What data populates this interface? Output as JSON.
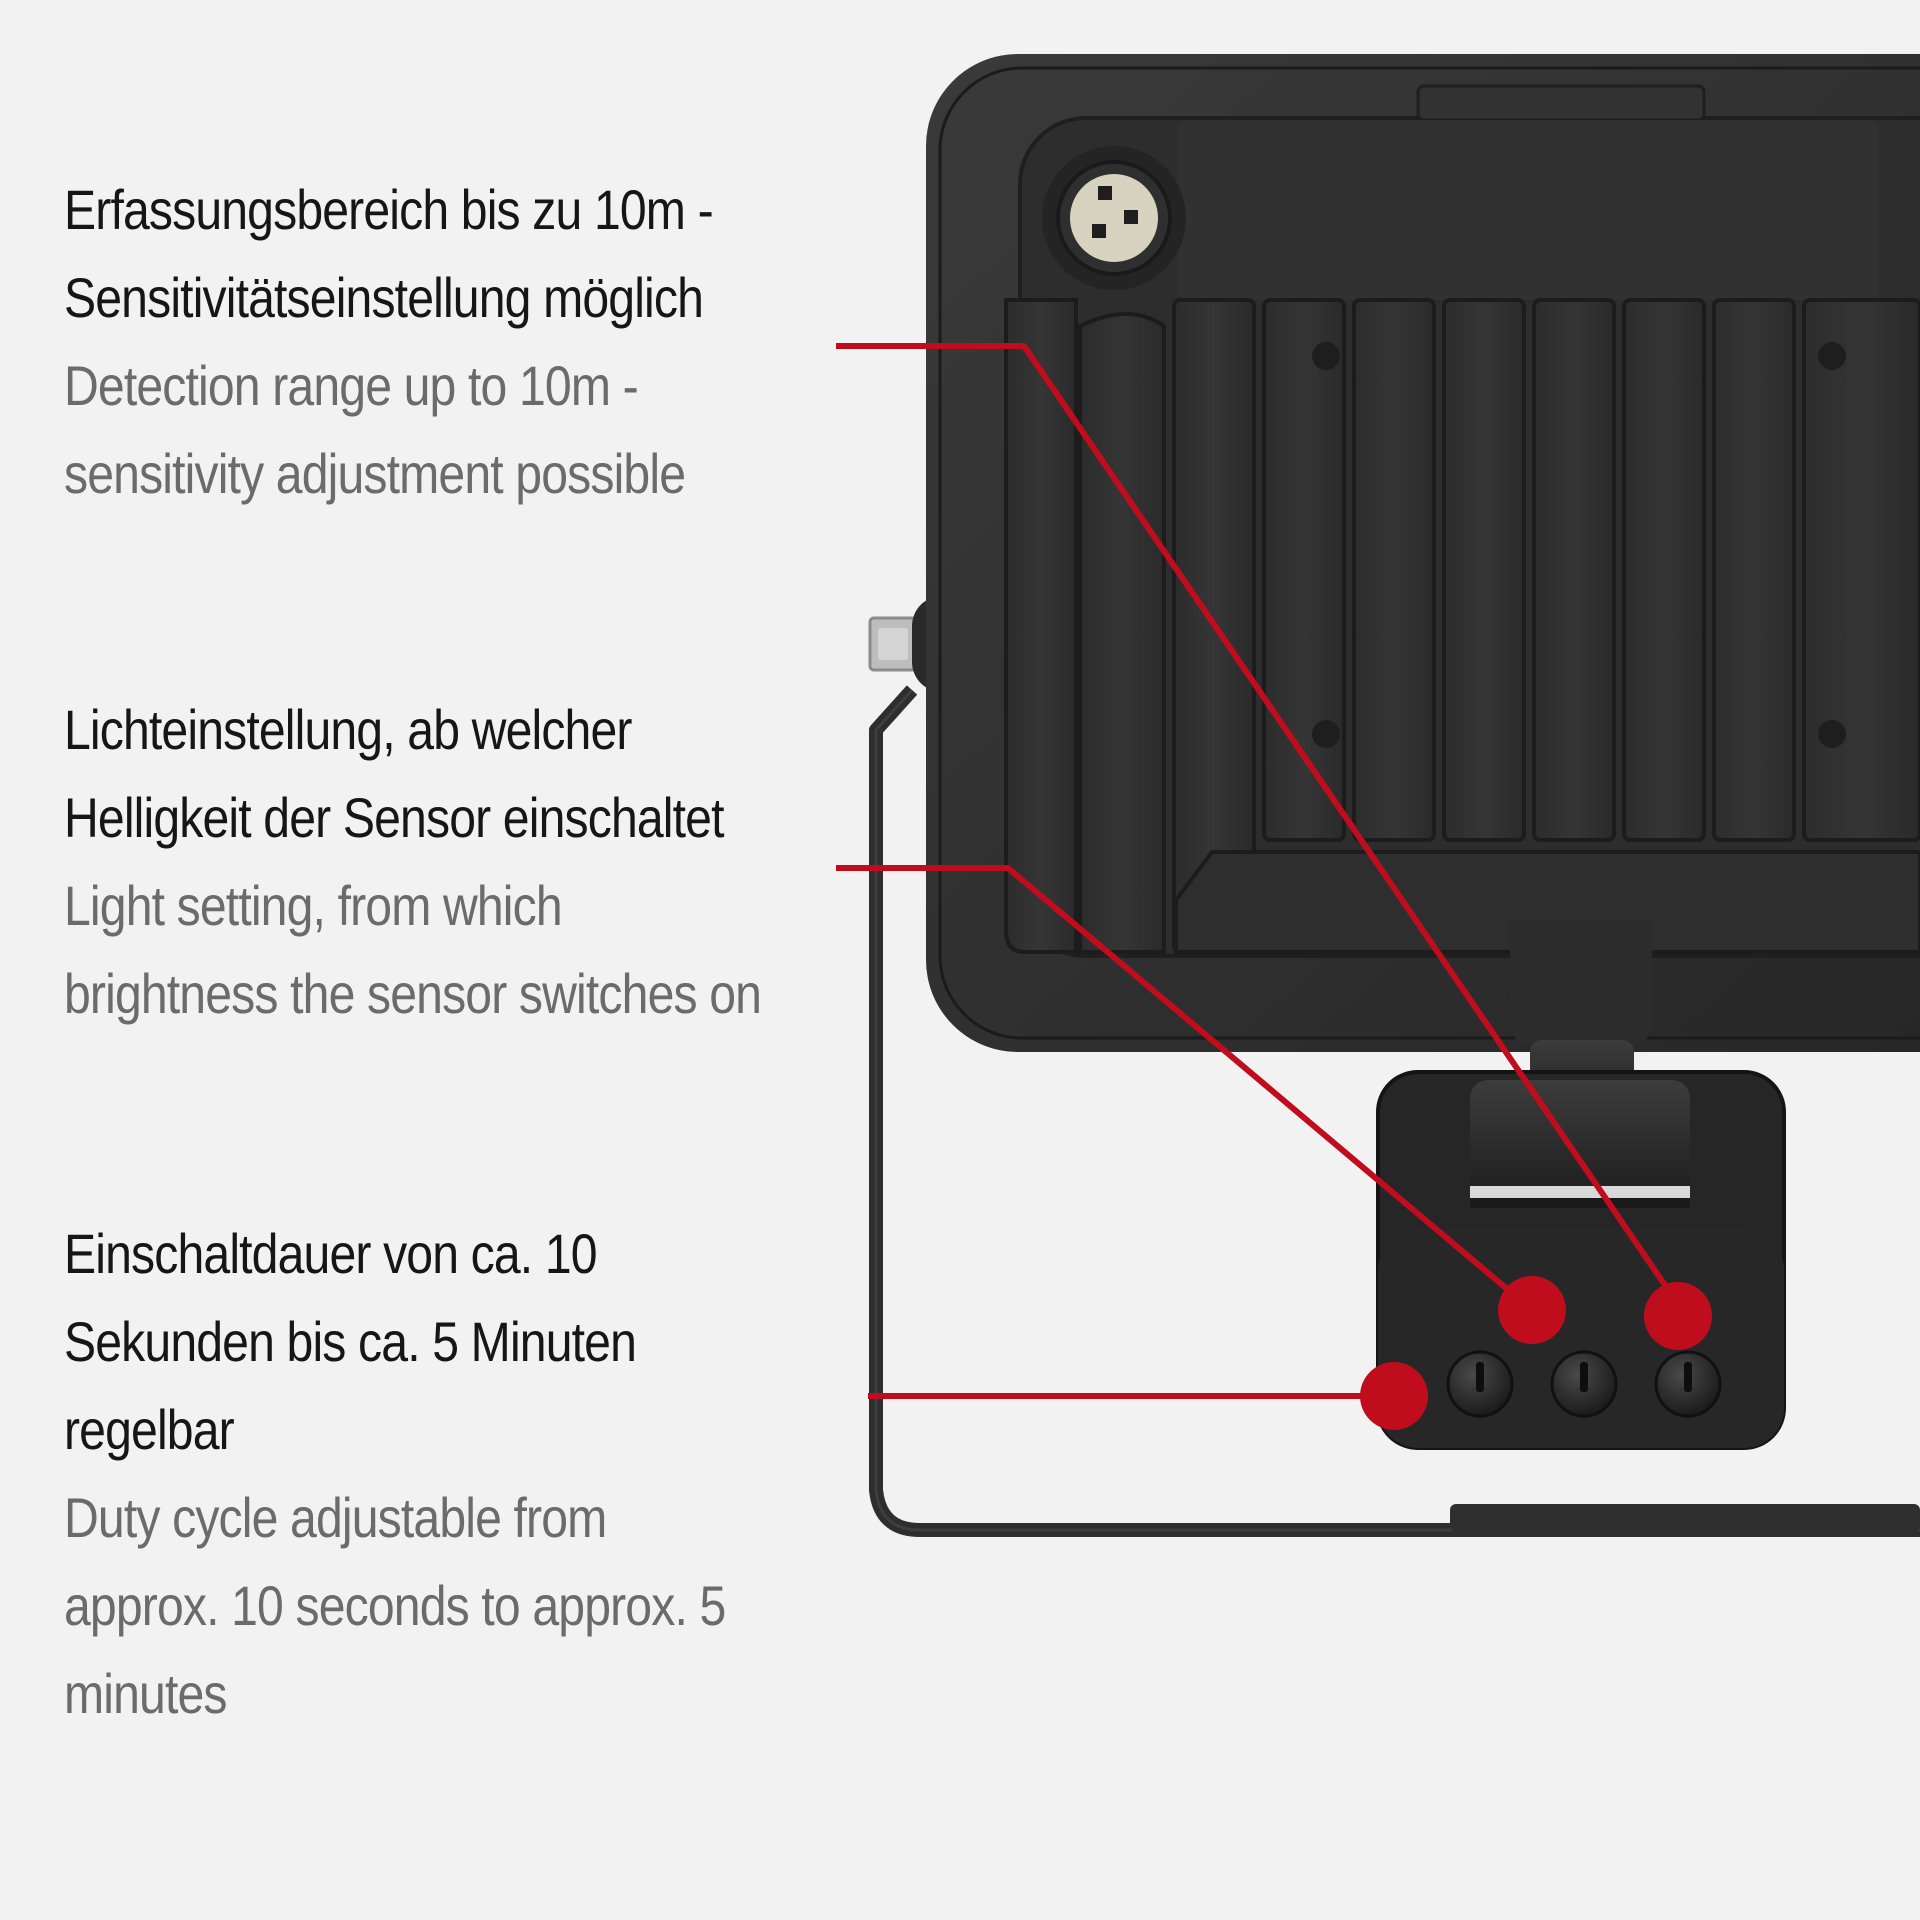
{
  "callouts": [
    {
      "de_lines": [
        "Erfassungsbereich bis zu 10m -",
        "Sensitivitätseinstellung möglich"
      ],
      "en_lines": [
        "Detection range up to 10m -",
        "sensitivity adjustment possible"
      ]
    },
    {
      "de_lines": [
        "Lichteinstellung, ab welcher",
        "Helligkeit der Sensor einschaltet"
      ],
      "en_lines": [
        "Light setting, from which",
        "brightness the sensor switches on"
      ]
    },
    {
      "de_lines": [
        "Einschaltdauer von ca. 10",
        "Sekunden bis ca. 5 Minuten",
        "regelbar"
      ],
      "en_lines": [
        "Duty cycle adjustable from",
        "approx. 10 seconds to approx. 5",
        "minutes"
      ]
    }
  ],
  "colors": {
    "background": "#f2f2f2",
    "heading_text": "#161616",
    "sub_text": "#6b6b6b",
    "accent_red": "#c00d1e",
    "housing": "#2b2b2b"
  },
  "icons": {
    "marker": "red-dot-marker-icon",
    "knob": "adjustment-knob-icon"
  }
}
